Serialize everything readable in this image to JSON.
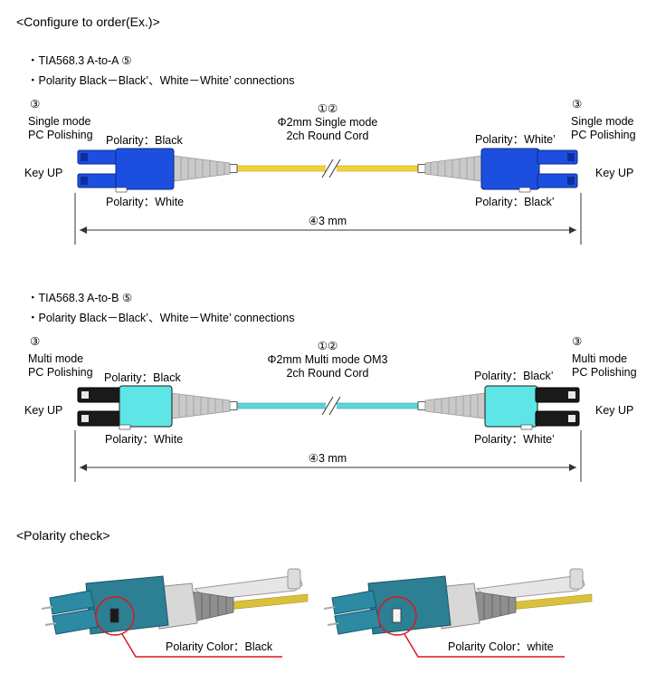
{
  "heading_configure": "<Configure to order(Ex.)>",
  "heading_polarity": "<Polarity check>",
  "colors": {
    "single_mode_connector": "#1c4fe0",
    "multi_mode_connector": "#5ee6e6",
    "single_mode_cord": "#f2d23a",
    "multi_mode_cord": "#5fd4d6",
    "boot": "#c9c9c9",
    "circle": "#e0161f"
  },
  "sections": [
    {
      "title": "・TIA568.3 A-to-A ⑤",
      "connection": "・Polarity Black－Black’、White－White’ connections",
      "left_num": "③",
      "left_mode": "Single mode",
      "left_polish": "PC Polishing",
      "right_num": "③",
      "right_mode": "Single mode",
      "right_polish": "PC Polishing",
      "cord_num": "①②",
      "cord_type": "Φ2mm Single mode",
      "cord_desc": "2ch Round Cord",
      "key_left": "Key UP",
      "key_right": "Key UP",
      "pol_left_top": "Polarity：Black",
      "pol_left_bottom": "Polarity：White",
      "pol_right_top": "Polarity：White’",
      "pol_right_bottom": "Polarity：Black’",
      "length": "④3 mm"
    },
    {
      "title": "・TIA568.3 A-to-B ⑤",
      "connection": "・Polarity Black－Black’、White－White’ connections",
      "left_num": "③",
      "left_mode": "Multi mode",
      "left_polish": "PC Polishing",
      "right_num": "③",
      "right_mode": "Multi mode",
      "right_polish": "PC Polishing",
      "cord_num": "①②",
      "cord_type": "Φ2mm Multi mode OM3",
      "cord_desc": "2ch Round Cord",
      "key_left": "Key UP",
      "key_right": "Key UP",
      "pol_left_top": "Polarity：Black",
      "pol_left_bottom": "Polarity：White",
      "pol_right_top": "Polarity：Black’",
      "pol_right_bottom": "Polarity：White’",
      "length": "④3 mm"
    }
  ],
  "polarity_check": [
    {
      "label": "Polarity Color：Black",
      "marker": "black"
    },
    {
      "label": "Polarity Color：white",
      "marker": "white"
    }
  ]
}
